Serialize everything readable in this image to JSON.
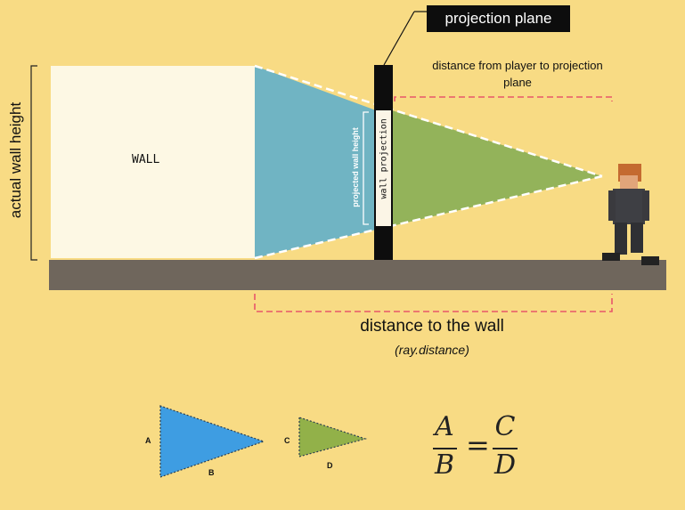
{
  "labels": {
    "projection_plane": "projection plane",
    "distance_player_to_plane": "distance from player to projection plane",
    "actual_wall_height": "actual wall height",
    "wall": "WALL",
    "projected_wall_height": "projected wall height",
    "wall_projection": "wall projection",
    "distance_to_wall": "distance to the wall",
    "ray_distance": "(ray.distance)"
  },
  "similar_triangles": {
    "large": {
      "side_letter": "A",
      "base_letter": "B"
    },
    "small": {
      "side_letter": "C",
      "base_letter": "D"
    }
  },
  "formula": {
    "left_numerator": "A",
    "left_denominator": "B",
    "equals": "=",
    "right_numerator": "C",
    "right_denominator": "D"
  },
  "colors": {
    "background": "#f8db84",
    "wall": "#fdf8e4",
    "wall_triangle": "#70b4c3",
    "view_triangle": "#93b35a",
    "floor": "#6f665c",
    "projection_plane": "#0d0d0d",
    "dash": "#e8566a",
    "small_triangle_a": "#3e9de2",
    "small_triangle_c": "#92b149"
  }
}
